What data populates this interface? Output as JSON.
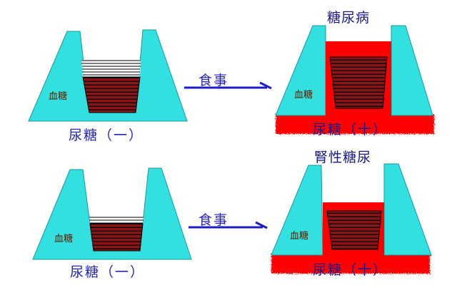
{
  "panels": [
    {
      "id": "normal-before",
      "inner_label": "血糖",
      "caption": "尿糖（一）"
    },
    {
      "id": "diabetes-after",
      "title": "糖尿病",
      "inner_label": "血糖",
      "caption": "尿糖（十）"
    },
    {
      "id": "normal-before-2",
      "inner_label": "血糖",
      "caption": "尿糖（一）"
    },
    {
      "id": "renal-glycosuria-after",
      "title": "腎性糖尿",
      "inner_label": "血糖",
      "caption": "尿糖（十）"
    }
  ],
  "arrows": [
    {
      "label": "食事"
    },
    {
      "label": "食事"
    }
  ],
  "colors": {
    "kidney": "#33e0e0",
    "blood": "#8b1414",
    "overflow": "#ff0000",
    "text_blue": "#2626b8",
    "arrow": "#1c1cc8"
  }
}
